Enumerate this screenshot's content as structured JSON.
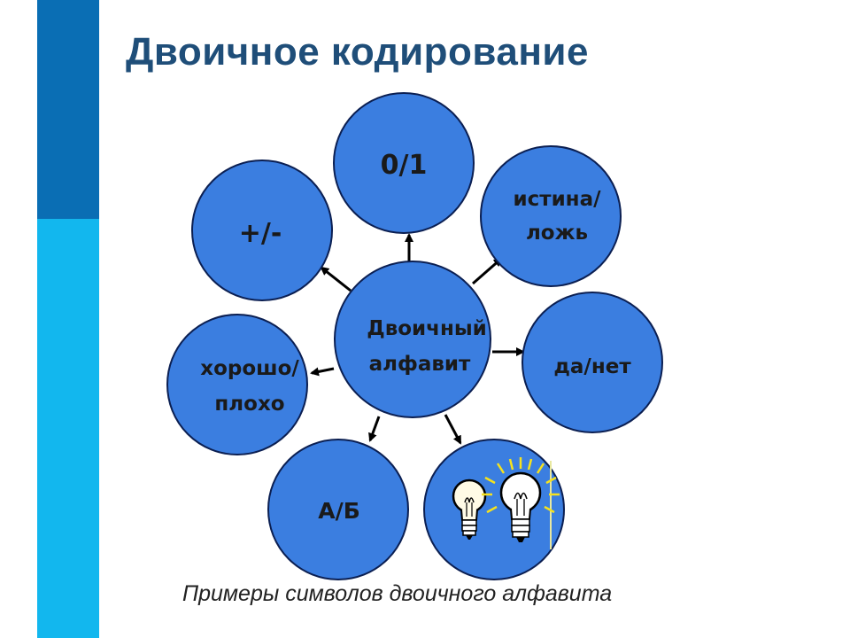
{
  "slide": {
    "title": "Двоичное кодирование",
    "caption": "Примеры символов двоичного алфавита",
    "colors": {
      "bar_dark": "#0a6eb4",
      "bar_light": "#12b7ee",
      "circle_fill": "#3b7ee0",
      "circle_stroke": "#0b1f52",
      "title": "#1f4e79"
    }
  },
  "diagram": {
    "center": {
      "line1": "Двоичный",
      "line2": "алфавит"
    },
    "nodes": [
      {
        "id": "zero-one",
        "lines": [
          "0/1"
        ]
      },
      {
        "id": "true-false",
        "lines": [
          "истина/",
          "ложь"
        ]
      },
      {
        "id": "yes-no",
        "lines": [
          "да/нет"
        ]
      },
      {
        "id": "bulbs",
        "icon": "light-bulb-on-off-icon"
      },
      {
        "id": "a-b",
        "lines": [
          "А/Б"
        ]
      },
      {
        "id": "good-bad",
        "lines": [
          "хорошо/",
          "плохо"
        ]
      },
      {
        "id": "plus-minus",
        "lines": [
          "+/-"
        ]
      }
    ]
  }
}
